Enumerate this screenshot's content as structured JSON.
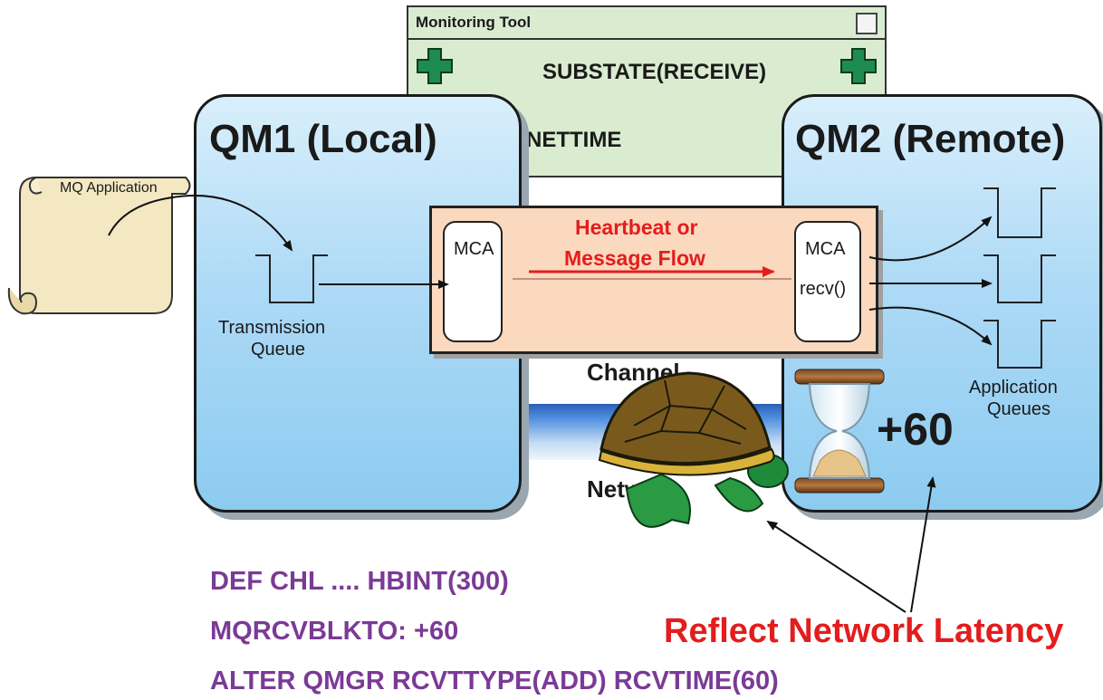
{
  "monitor": {
    "title": "Monitoring Tool",
    "substate": "SUBSTATE(RECEIVE)",
    "nettime": "NETTIME"
  },
  "qm1": {
    "title": "QM1 (Local)",
    "queue_label_1": "Transmission",
    "queue_label_2": "Queue"
  },
  "qm2": {
    "title": "QM2 (Remote)",
    "queue_label_1": "Application",
    "queue_label_2": "Queues",
    "wait": "+60"
  },
  "app": {
    "label": "MQ Application"
  },
  "channel": {
    "mca_left": "MCA",
    "mca_right": "MCA",
    "recv": "recv()",
    "flow_line1": "Heartbeat or",
    "flow_line2": "Message Flow",
    "label": "Channel"
  },
  "network": {
    "label": "Network"
  },
  "commands": [
    "DEF CHL .... HBINT(300)",
    "MQRCVBLKTO: +60",
    "ALTER QMGR RCVTTYPE(ADD) RCVTIME(60)"
  ],
  "reflect": "Reflect Network Latency",
  "colors": {
    "purple": "#7b3a96",
    "red": "#e31d1d",
    "qm_fill": "#aedaf6",
    "channel_fill": "#fbd9bf",
    "monitor_fill": "#d9ecd0"
  }
}
